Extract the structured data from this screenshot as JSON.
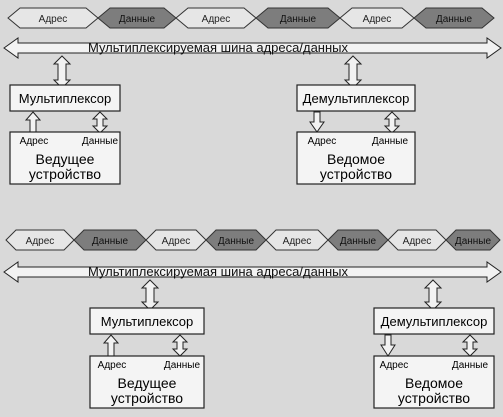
{
  "bus_signal_labels": {
    "address": "Адрес",
    "data": "Данные"
  },
  "top_diagram": {
    "segments": [
      "Адрес",
      "Данные",
      "Адрес",
      "Данные",
      "Адрес",
      "Данные"
    ],
    "bus_label": "Мультиплексируемая шина адреса/данных",
    "master": {
      "mux_label": "Мультиплексор",
      "address_label": "Адрес",
      "data_label": "Данные",
      "device_line1": "Ведущее",
      "device_line2": "устройство"
    },
    "slave": {
      "demux_label": "Демультиплексор",
      "address_label": "Адрес",
      "data_label": "Данные",
      "device_line1": "Ведомое",
      "device_line2": "устройство"
    }
  },
  "bottom_diagram": {
    "segments": [
      "Адрес",
      "Данные",
      "Адрес",
      "Данные",
      "Адрес",
      "Данные",
      "Адрес",
      "Данные"
    ],
    "bus_label": "Мультиплексируемая шина адреса/данных",
    "master": {
      "mux_label": "Мультиплексор",
      "address_label": "Адрес",
      "data_label": "Данные",
      "device_line1": "Ведущее",
      "device_line2": "устройство"
    },
    "slave": {
      "demux_label": "Демультиплексор",
      "address_label": "Адрес",
      "data_label": "Данные",
      "device_line1": "Ведомое",
      "device_line2": "устройство"
    }
  }
}
